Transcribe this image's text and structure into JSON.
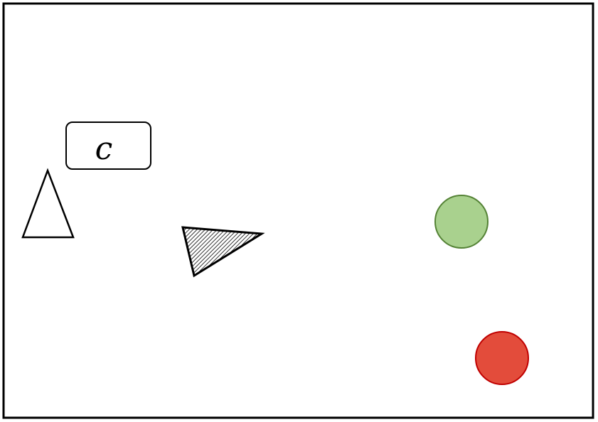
{
  "diagram": {
    "label_box": {
      "text": "c"
    },
    "colors": {
      "frame_stroke": "#000000",
      "shape_stroke": "#000000",
      "green_circle_fill": "#a9d18e",
      "green_circle_stroke": "#548235",
      "red_circle_fill": "#e34c3b",
      "red_circle_stroke": "#c00000",
      "hatch_color": "#000000",
      "background": "#ffffff"
    },
    "shapes": [
      {
        "name": "outer-frame",
        "kind": "rectangle"
      },
      {
        "name": "label-box",
        "kind": "rounded-rectangle"
      },
      {
        "name": "outline-triangle",
        "kind": "triangle",
        "fill": "none"
      },
      {
        "name": "hatched-triangle",
        "kind": "triangle",
        "fill": "hatched"
      },
      {
        "name": "green-circle",
        "kind": "circle"
      },
      {
        "name": "red-circle",
        "kind": "circle"
      }
    ]
  }
}
